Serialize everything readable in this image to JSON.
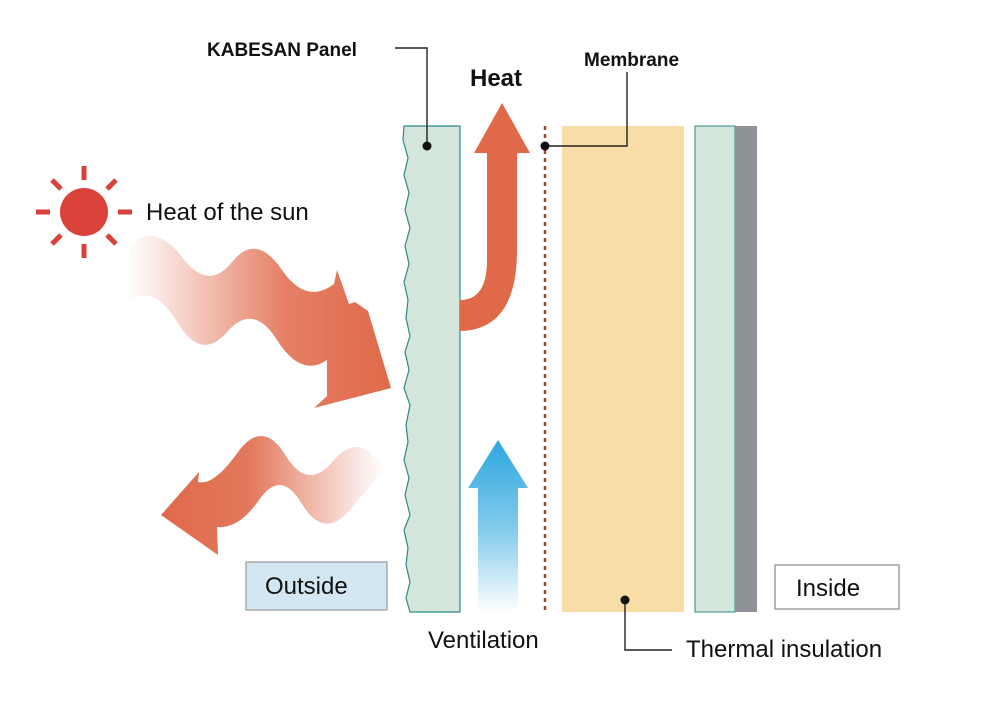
{
  "labels": {
    "panel": "KABESAN Panel",
    "membrane": "Membrane",
    "heat": "Heat",
    "sun": "Heat of the sun",
    "outside": "Outside",
    "inside": "Inside",
    "ventilation": "Ventilation",
    "insulation": "Thermal insulation"
  },
  "colors": {
    "sun": "#d9413a",
    "heat_arrow": "#e0694a",
    "ventilation_arrow": "#2ba6de",
    "panel_fill": "#d4e5dc",
    "insulation_fill": "#f8dda6",
    "inner_board": "#d4e5dc",
    "inner_dark": "#8f9398",
    "outside_box": "#d3e7f2",
    "membrane_line": "#9c4a34"
  }
}
